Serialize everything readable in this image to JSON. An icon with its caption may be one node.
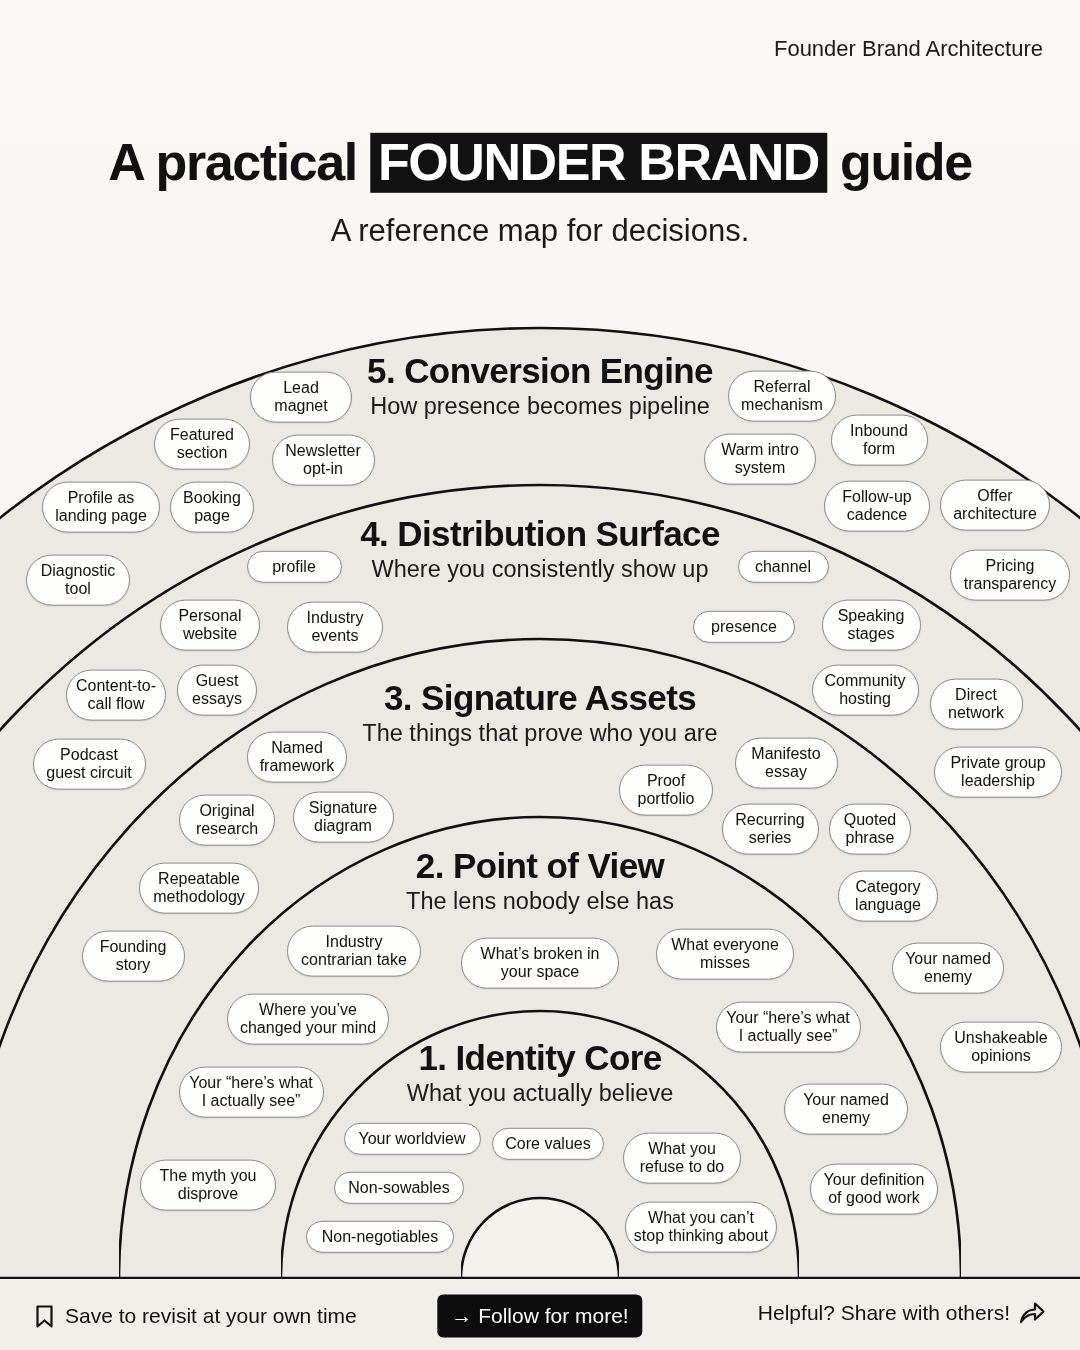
{
  "diagram": {
    "title": "A practical **FOUNDER BRAND** guide",
    "nodes": [
      {
        "text": [
          "5. Conversion Engine",
          "How presence becomes pipeline"
        ]
      },
      {
        "text": [
          "Lead magnet"
        ],
        "in": 0
      },
      {
        "text": [
          "Referral mechanism"
        ],
        "in": 0
      },
      {
        "text": [
          "Featured section"
        ],
        "in": 0
      },
      {
        "text": [
          "Inbound form"
        ],
        "in": 0
      },
      {
        "text": [
          "Newsletter opt-in"
        ],
        "in": 0
      },
      {
        "text": [
          "Warm intro system"
        ],
        "in": 0
      },
      {
        "text": [
          "Profile as landing page"
        ],
        "in": 0
      },
      {
        "text": [
          "Booking page"
        ],
        "in": 0
      },
      {
        "text": [
          "Follow-up cadence"
        ],
        "in": 0
      },
      {
        "text": [
          "Offer architecture"
        ],
        "in": 0
      },
      {
        "text": [
          "Diagnostic tool"
        ],
        "in": 0
      },
      {
        "text": [
          "Pricing transparency"
        ],
        "in": 0
      },
      {
        "text": [
          "4. Distribution Surface",
          "Where you consistently show up"
        ],
        "in": 0
      },
      {
        "text": [
          "profile"
        ],
        "in": 13
      },
      {
        "text": [
          "channel"
        ],
        "in": 13
      },
      {
        "text": [
          "Personal website"
        ],
        "in": 13
      },
      {
        "text": [
          "Industry events"
        ],
        "in": 13
      },
      {
        "text": [
          "presence"
        ],
        "in": 13
      },
      {
        "text": [
          "Speaking stages"
        ],
        "in": 13
      },
      {
        "text": [
          "Content-to-call flow"
        ],
        "in": 13
      },
      {
        "text": [
          "Guest essays"
        ],
        "in": 13
      },
      {
        "text": [
          "Community hosting"
        ],
        "in": 13
      },
      {
        "text": [
          "Direct network"
        ],
        "in": 13
      },
      {
        "text": [
          "Podcast guest circuit"
        ],
        "in": 13
      },
      {
        "text": [
          "Private group leadership"
        ],
        "in": 13
      },
      {
        "text": [
          "3. Signature Assets",
          "The things that prove who you are"
        ],
        "in": 13
      },
      {
        "text": [
          "Named framework"
        ],
        "in": 26
      },
      {
        "text": [
          "Manifesto essay"
        ],
        "in": 26
      },
      {
        "text": [
          "Proof portfolio"
        ],
        "in": 26
      },
      {
        "text": [
          "Original research"
        ],
        "in": 26
      },
      {
        "text": [
          "Signature diagram"
        ],
        "in": 26
      },
      {
        "text": [
          "Recurring series"
        ],
        "in": 26
      },
      {
        "text": [
          "Quoted phrase"
        ],
        "in": 26
      },
      {
        "text": [
          "Repeatable methodology"
        ],
        "in": 26
      },
      {
        "text": [
          "Category language"
        ],
        "in": 26
      },
      {
        "text": [
          "Founding story"
        ],
        "in": 26
      },
      {
        "text": [
          "Your named enemy"
        ],
        "in": 26
      },
      {
        "text": [
          "Unshakeable opinions"
        ],
        "in": 26
      },
      {
        "text": [
          "2. Point of View",
          "The lens nobody else has"
        ],
        "in": 26
      },
      {
        "text": [
          "Industry contrarian take"
        ],
        "in": 39
      },
      {
        "text": [
          "What’s broken in your space"
        ],
        "in": 39
      },
      {
        "text": [
          "What everyone misses"
        ],
        "in": 39
      },
      {
        "text": [
          "Where you’ve changed your mind"
        ],
        "in": 39
      },
      {
        "text": [
          "Your “here’s what I actually see”"
        ],
        "in": 39
      },
      {
        "text": [
          "Your “here’s what I actually see”"
        ],
        "in": 39
      },
      {
        "text": [
          "Your named enemy"
        ],
        "in": 39
      },
      {
        "text": [
          "The myth you disprove"
        ],
        "in": 39
      },
      {
        "text": [
          "Your definition of good work"
        ],
        "in": 39
      },
      {
        "text": [
          "1. Identity Core",
          "What you actually believe"
        ],
        "in": 39
      },
      {
        "text": [
          "Your worldview"
        ],
        "in": 49
      },
      {
        "text": [
          "Core values"
        ],
        "in": 49
      },
      {
        "text": [
          "What you refuse to do"
        ],
        "in": 49
      },
      {
        "text": [
          "Non-sowables"
        ],
        "in": 49
      },
      {
        "text": [
          "What you can’t stop thinking about"
        ],
        "in": 49
      },
      {
        "text": [
          "Non-negotiables"
        ],
        "in": 49
      },
      {
        "text": [],
        "shape": "semicircle",
        "in": 49
      }
    ],
    "labels": [
      "Founder Brand Architecture",
      "A reference map for decisions.",
      "Save to revisit at your own time",
      "→ Follow for more!",
      "Helpful? Share with others!"
    ]
  }
}
